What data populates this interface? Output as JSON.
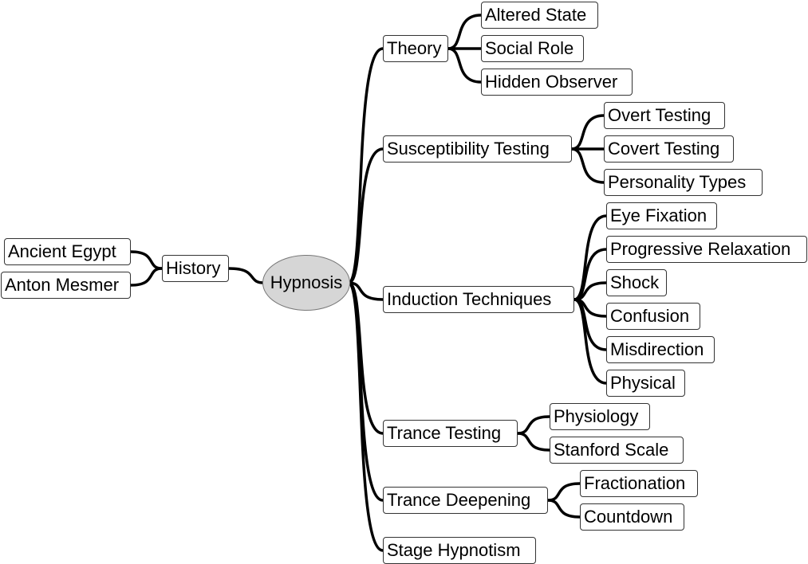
{
  "mindmap": {
    "root": "Hypnosis",
    "root_fill": "#d6d6d6",
    "line_color": "#000000",
    "branches": {
      "history": {
        "label": "History",
        "children": [
          "Ancient Egypt",
          "Anton Mesmer"
        ]
      },
      "theory": {
        "label": "Theory",
        "children": [
          "Altered State",
          "Social Role",
          "Hidden Observer"
        ]
      },
      "susceptibility": {
        "label": "Susceptibility Testing",
        "children": [
          "Overt Testing",
          "Covert Testing",
          "Personality Types"
        ]
      },
      "induction": {
        "label": "Induction Techniques",
        "children": [
          "Eye Fixation",
          "Progressive Relaxation",
          "Shock",
          "Confusion",
          "Misdirection",
          "Physical"
        ]
      },
      "trance_testing": {
        "label": "Trance Testing",
        "children": [
          "Physiology",
          "Stanford Scale"
        ]
      },
      "trance_deepening": {
        "label": "Trance Deepening",
        "children": [
          "Fractionation",
          "Countdown"
        ]
      },
      "stage": {
        "label": "Stage Hypnotism"
      }
    }
  }
}
